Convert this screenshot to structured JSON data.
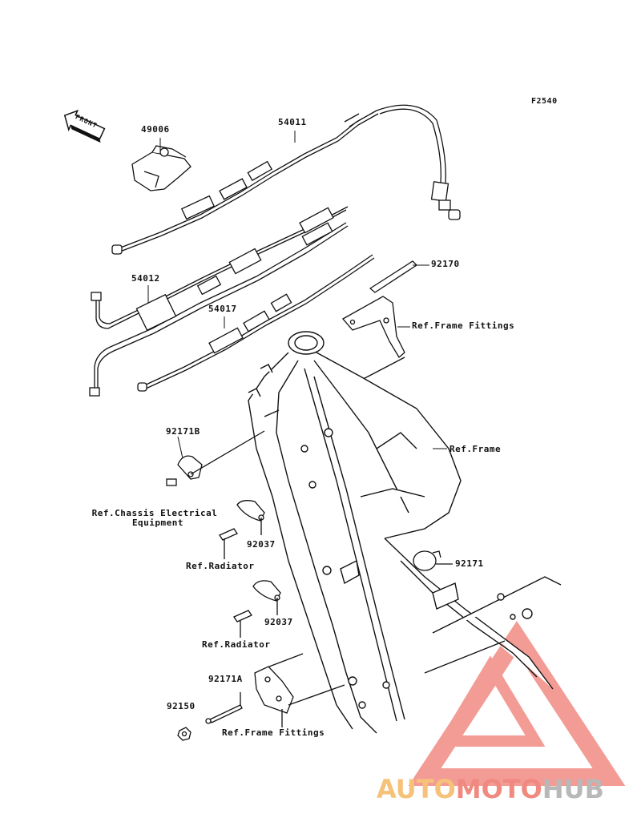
{
  "diagram_code": "F2540",
  "front_label": "FRONT",
  "parts": {
    "p49006": "49006",
    "p54011": "54011",
    "p54012": "54012",
    "p54017": "54017",
    "p92170": "92170",
    "p92171B": "92171B",
    "p92037a": "92037",
    "p92037b": "92037",
    "p92171": "92171",
    "p92171A": "92171A",
    "p92150": "92150"
  },
  "refs": {
    "frame_fittings_top": "Ref.Frame Fittings",
    "frame": "Ref.Frame",
    "chassis_electrical_1": "Ref.Chassis Electrical",
    "chassis_electrical_2": "Equipment",
    "radiator_1": "Ref.Radiator",
    "radiator_2": "Ref.Radiator",
    "frame_fittings_bottom": "Ref.Frame Fittings"
  },
  "watermark": {
    "auto": "AUTO",
    "moto": "MOTO",
    "hub": "HUB",
    "colors": {
      "auto": "#f6c27a",
      "moto": "#f08a80",
      "hub": "#b8b8b8",
      "triangle": "#f07a72"
    }
  }
}
